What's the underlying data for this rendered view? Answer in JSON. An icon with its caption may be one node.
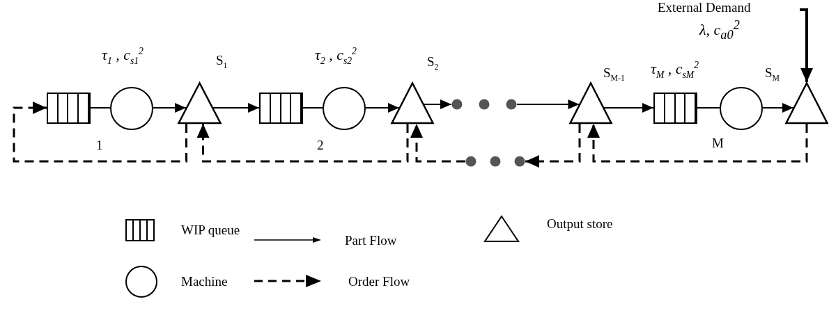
{
  "diagram": {
    "nodes": [
      {
        "text": [],
        "shape": "box"
      },
      {
        "text": [],
        "shape": "circle",
        "beside": [
          "τ$_{1}$ , c$_{s1}$$^{2}$"
        ]
      },
      {
        "text": [],
        "shape": "triangle",
        "beside": [
          "S$_{1}$"
        ]
      },
      {
        "text": [],
        "shape": "box"
      },
      {
        "text": [],
        "shape": "circle",
        "beside": [
          "τ$_{2}$ , c$_{s2}$$^{2}$"
        ]
      },
      {
        "text": [],
        "shape": "triangle",
        "beside": [
          "S$_{2}$"
        ]
      },
      {
        "text": [],
        "shape": "dots"
      },
      {
        "text": [],
        "shape": "triangle",
        "beside": [
          "S$_{M-1}$"
        ]
      },
      {
        "text": [],
        "shape": "box"
      },
      {
        "text": [],
        "shape": "circle",
        "beside": [
          "τ$_{M}$ , c$_{sM}$$^{2}$"
        ]
      },
      {
        "text": [],
        "shape": "triangle",
        "beside": [
          "S$_{M}$"
        ]
      },
      {
        "text": [
          "External Demand",
          "λ, c$_{a0}$$^{2}$"
        ]
      },
      {
        "text": [],
        "shape": "dots"
      }
    ],
    "edges": [
      {
        "from": 0,
        "to": 1,
        "arrow": "none"
      },
      {
        "from": 1,
        "to": 2,
        "arrow": "to"
      },
      {
        "from": 2,
        "to": 3,
        "arrow": "to"
      },
      {
        "from": 3,
        "to": 4,
        "arrow": "none"
      },
      {
        "from": 4,
        "to": 5,
        "arrow": "to"
      },
      {
        "from": 5,
        "to": 6,
        "arrow": "to"
      },
      {
        "from": 6,
        "to": 7,
        "arrow": "to"
      },
      {
        "from": 7,
        "to": 8,
        "arrow": "to"
      },
      {
        "from": 8,
        "to": 9,
        "arrow": "none"
      },
      {
        "from": 9,
        "to": 10,
        "arrow": "to"
      },
      {
        "from": 11,
        "to": 10,
        "arrow": "to",
        "style": "thick"
      },
      {
        "from": 10,
        "to": 7,
        "arrow": "to",
        "style": "dashed"
      },
      {
        "from": 7,
        "to": 12,
        "arrow": "to",
        "style": "dashed"
      },
      {
        "from": 12,
        "to": 5,
        "arrow": "to",
        "style": "dashed"
      },
      {
        "from": 5,
        "to": 2,
        "arrow": "to",
        "style": "dashed"
      },
      {
        "from": 2,
        "to": 0,
        "arrow": "to",
        "style": "dashed"
      }
    ],
    "labels": [
      "1",
      "2",
      "M"
    ],
    "legend": [
      {
        "text": "WIP queue"
      },
      {
        "text": "Part Flow"
      },
      {
        "text": "Output store"
      },
      {
        "text": "Machine"
      },
      {
        "text": "Order Flow"
      }
    ]
  }
}
